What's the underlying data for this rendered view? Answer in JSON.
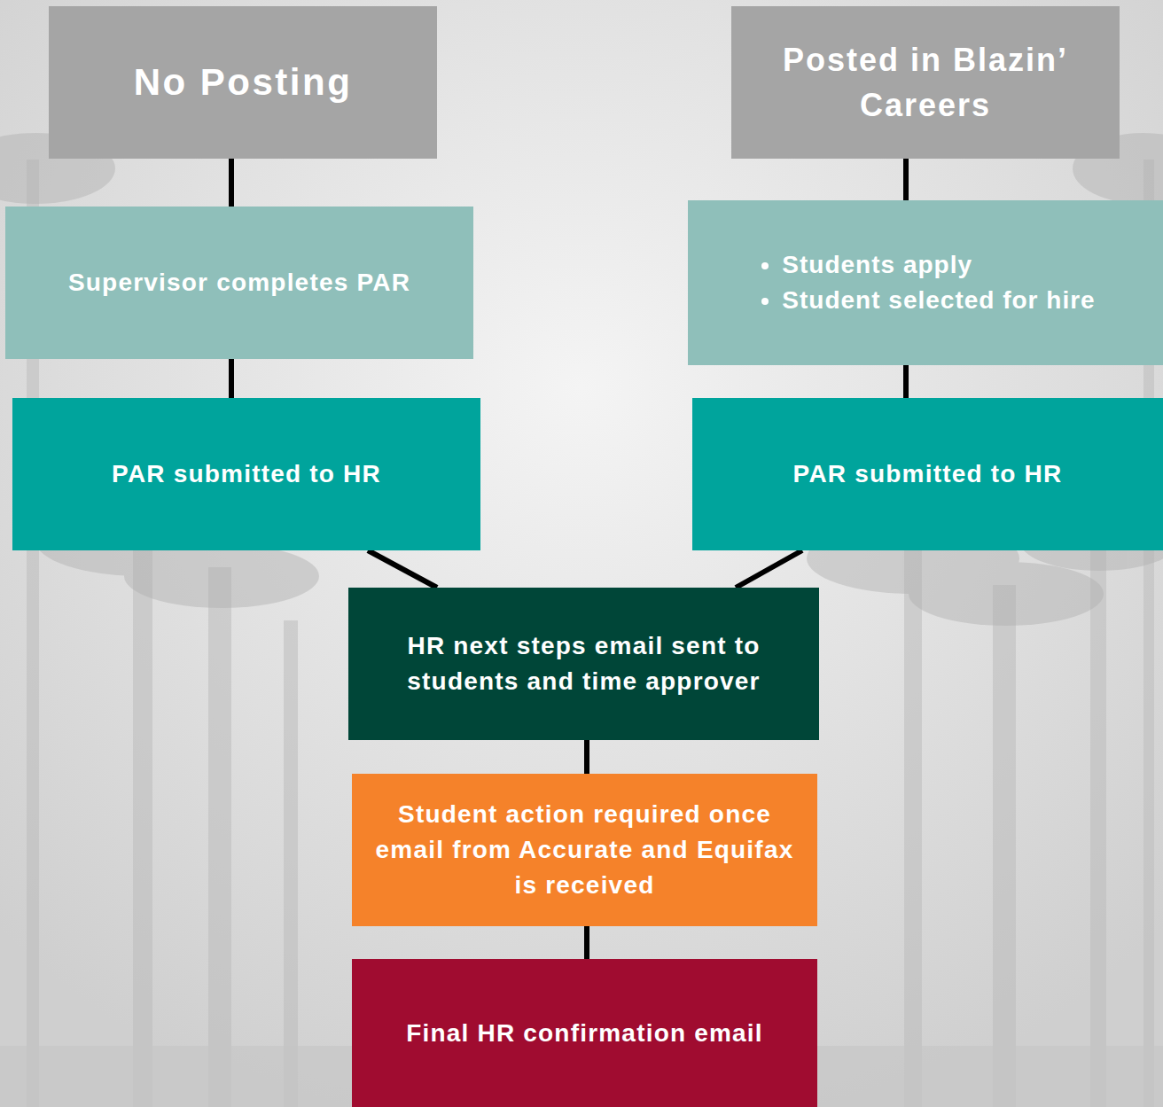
{
  "diagram": {
    "nodes": [
      {
        "text": [
          "No Posting"
        ]
      },
      {
        "text": [
          "Posted in Blazin’ Careers"
        ]
      },
      {
        "text": [
          "Supervisor completes PAR"
        ]
      },
      {
        "text": [
          "Students apply",
          "Student selected for hire"
        ]
      },
      {
        "text": [
          "PAR submitted to HR"
        ]
      },
      {
        "text": [
          "PAR submitted to HR"
        ]
      },
      {
        "text": [
          "HR next steps email sent to students and time approver"
        ]
      },
      {
        "text": [
          "Student action required once email from Accurate and Equifax is received"
        ]
      },
      {
        "text": [
          "Final HR confirmation email"
        ]
      }
    ],
    "edges": [
      {
        "from": 0,
        "to": 2,
        "arrow": "none"
      },
      {
        "from": 2,
        "to": 4,
        "arrow": "none"
      },
      {
        "from": 1,
        "to": 3,
        "arrow": "none"
      },
      {
        "from": 3,
        "to": 5,
        "arrow": "none"
      },
      {
        "from": 4,
        "to": 6,
        "arrow": "none"
      },
      {
        "from": 5,
        "to": 6,
        "arrow": "none"
      },
      {
        "from": 6,
        "to": 7,
        "arrow": "none"
      },
      {
        "from": 7,
        "to": 8,
        "arrow": "none"
      }
    ]
  }
}
